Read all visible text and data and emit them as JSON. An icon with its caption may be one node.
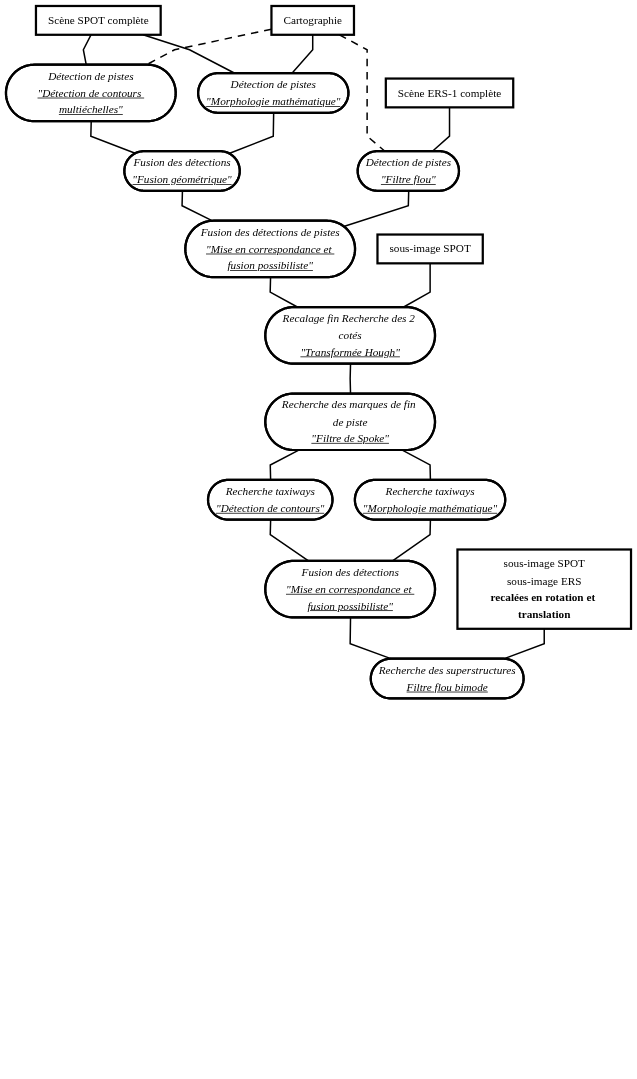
{
  "diagram": {
    "nodes": [
      {
        "text": [
          "Scène SPOT complète"
        ]
      },
      {
        "text": [
          "Cartographie"
        ]
      },
      {
        "text": [
          "Scène ERS-1 complète"
        ]
      },
      {
        "text": [
          "Détection de pistes",
          "\"Détection de contours multiéchelles\""
        ]
      },
      {
        "text": [
          "Détection de pistes",
          "\"Morphologie mathématique\""
        ]
      },
      {
        "text": [
          "Fusion des détections",
          "\"Fusion géométrique\""
        ]
      },
      {
        "text": [
          "Détection de pistes",
          "\"Filtre flou\""
        ]
      },
      {
        "text": [
          "Fusion des détections de pistes",
          "\"Mise en correspondance et fusion possibiliste\""
        ]
      },
      {
        "text": [
          "sous-image SPOT"
        ]
      },
      {
        "text": [
          "Recalage fin Recherche des 2 cotés",
          "\"Transformée Hough\""
        ]
      },
      {
        "text": [
          "Recherche des marques de fin de piste",
          "\"Filtre de Spoke\""
        ]
      },
      {
        "text": [
          "Recherche taxiways",
          "\"Détection de contours\""
        ]
      },
      {
        "text": [
          "Recherche taxiways",
          "\"Morphologie mathématique\""
        ]
      },
      {
        "text": [
          "Fusion des détections",
          "\"Mise en correspondance et fusion possibiliste\""
        ]
      },
      {
        "text": [
          "sous-image SPOT",
          "sous-image ERS",
          "recalées en rotation et translation"
        ]
      },
      {
        "text": [
          "Recherche des superstructures",
          "Filtre flou bimode"
        ]
      }
    ],
    "edges": [
      {
        "from": 0,
        "to": 3,
        "arrow": "none"
      },
      {
        "from": 0,
        "to": 4,
        "arrow": "none"
      },
      {
        "from": 1,
        "to": 3,
        "arrow": "none",
        "style": "dashed"
      },
      {
        "from": 1,
        "to": 4,
        "arrow": "none"
      },
      {
        "from": 1,
        "to": 6,
        "arrow": "none",
        "style": "dashed"
      },
      {
        "from": 2,
        "to": 6,
        "arrow": "none"
      },
      {
        "from": 3,
        "to": 5,
        "arrow": "none"
      },
      {
        "from": 4,
        "to": 5,
        "arrow": "none"
      },
      {
        "from": 5,
        "to": 7,
        "arrow": "none"
      },
      {
        "from": 6,
        "to": 7,
        "arrow": "none"
      },
      {
        "from": 7,
        "to": 9,
        "arrow": "none"
      },
      {
        "from": 8,
        "to": 9,
        "arrow": "none"
      },
      {
        "from": 9,
        "to": 10,
        "arrow": "none"
      },
      {
        "from": 10,
        "to": 11,
        "arrow": "none"
      },
      {
        "from": 10,
        "to": 12,
        "arrow": "none"
      },
      {
        "from": 11,
        "to": 13,
        "arrow": "none"
      },
      {
        "from": 12,
        "to": 13,
        "arrow": "none"
      },
      {
        "from": 13,
        "to": 15,
        "arrow": "none"
      },
      {
        "from": 14,
        "to": 15,
        "arrow": "none"
      }
    ]
  }
}
